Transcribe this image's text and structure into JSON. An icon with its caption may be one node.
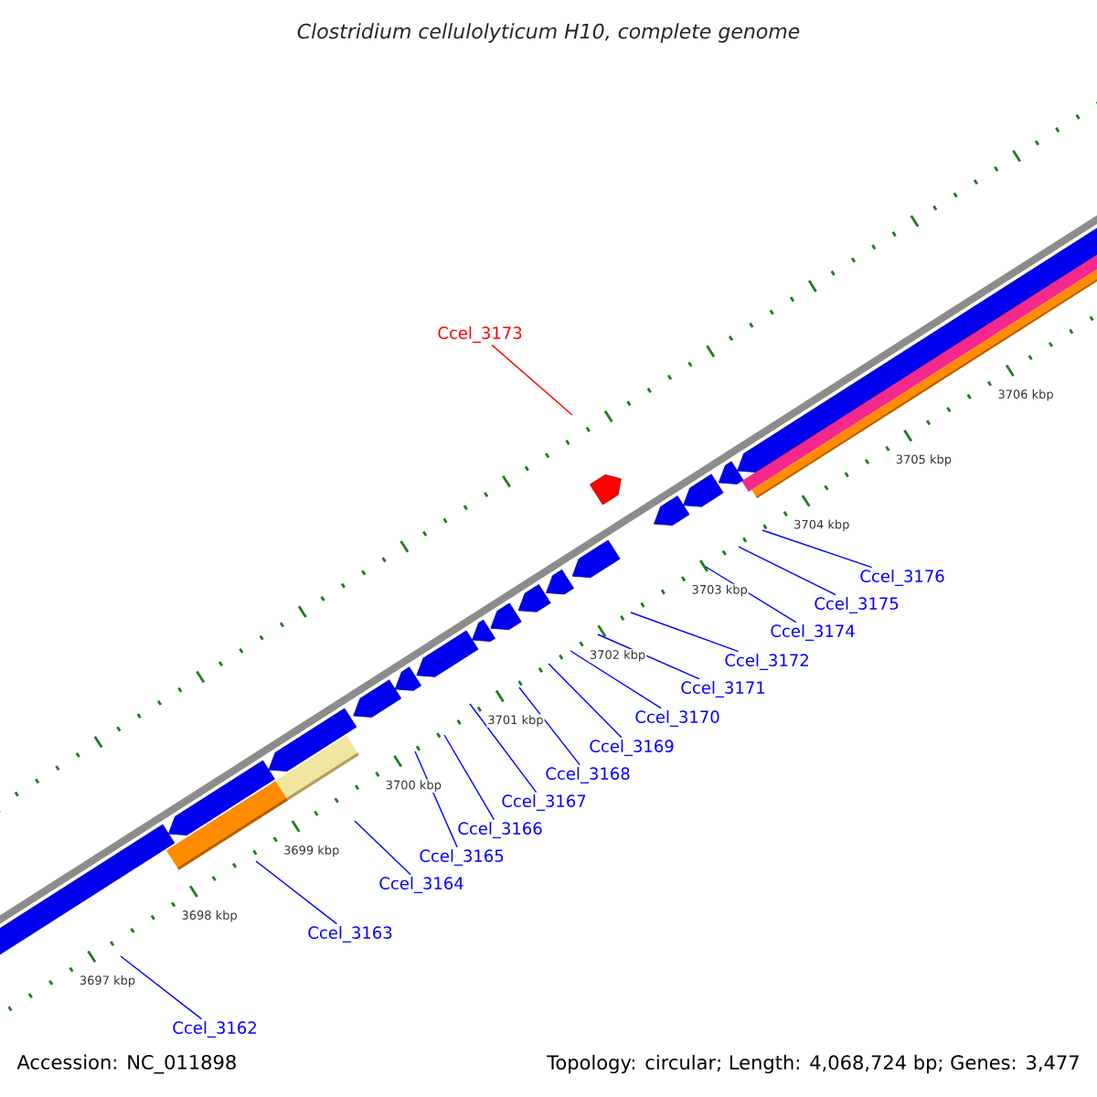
{
  "diagram": {
    "title": "Clostridium cellulolyticum H10, complete genome",
    "nodes": [
      {
        "text": [
          "Ccel_3162"
        ]
      },
      {
        "text": [
          "Ccel_3163"
        ]
      },
      {
        "text": [
          "Ccel_3164"
        ]
      },
      {
        "text": [
          "Ccel_3165"
        ]
      },
      {
        "text": [
          "Ccel_3166"
        ]
      },
      {
        "text": [
          "Ccel_3167"
        ]
      },
      {
        "text": [
          "Ccel_3168"
        ]
      },
      {
        "text": [
          "Ccel_3169"
        ]
      },
      {
        "text": [
          "Ccel_3170"
        ]
      },
      {
        "text": [
          "Ccel_3171"
        ]
      },
      {
        "text": [
          "Ccel_3172"
        ]
      },
      {
        "text": [
          "Ccel_3173"
        ]
      },
      {
        "text": [
          "Ccel_3174"
        ]
      },
      {
        "text": [
          "Ccel_3175"
        ]
      },
      {
        "text": [
          "Ccel_3176"
        ]
      }
    ],
    "edges": [
      {
        "from": 0,
        "to": null,
        "arrow": "none"
      },
      {
        "from": 1,
        "to": null,
        "arrow": "none"
      },
      {
        "from": 2,
        "to": null,
        "arrow": "none"
      },
      {
        "from": 3,
        "to": null,
        "arrow": "none"
      },
      {
        "from": 4,
        "to": null,
        "arrow": "none"
      },
      {
        "from": 5,
        "to": null,
        "arrow": "none"
      },
      {
        "from": 6,
        "to": null,
        "arrow": "none"
      },
      {
        "from": 7,
        "to": null,
        "arrow": "none"
      },
      {
        "from": 8,
        "to": null,
        "arrow": "none"
      },
      {
        "from": 9,
        "to": null,
        "arrow": "none"
      },
      {
        "from": 10,
        "to": null,
        "arrow": "none"
      },
      {
        "from": 11,
        "to": null,
        "arrow": "none",
        "color": "#ff0000"
      },
      {
        "from": 12,
        "to": null,
        "arrow": "none"
      },
      {
        "from": 13,
        "to": null,
        "arrow": "none"
      },
      {
        "from": 14,
        "to": null,
        "arrow": "none"
      }
    ],
    "labels": [
      "3697 kbp",
      "3698 kbp",
      "3699 kbp",
      "3700 kbp",
      "3701 kbp",
      "3702 kbp",
      "3703 kbp",
      "3704 kbp",
      "3705 kbp",
      "3706 kbp",
      "Accession: NC_011898",
      "Topology: circular; Length: 4,068,724 bp; Genes: 3,477"
    ]
  }
}
